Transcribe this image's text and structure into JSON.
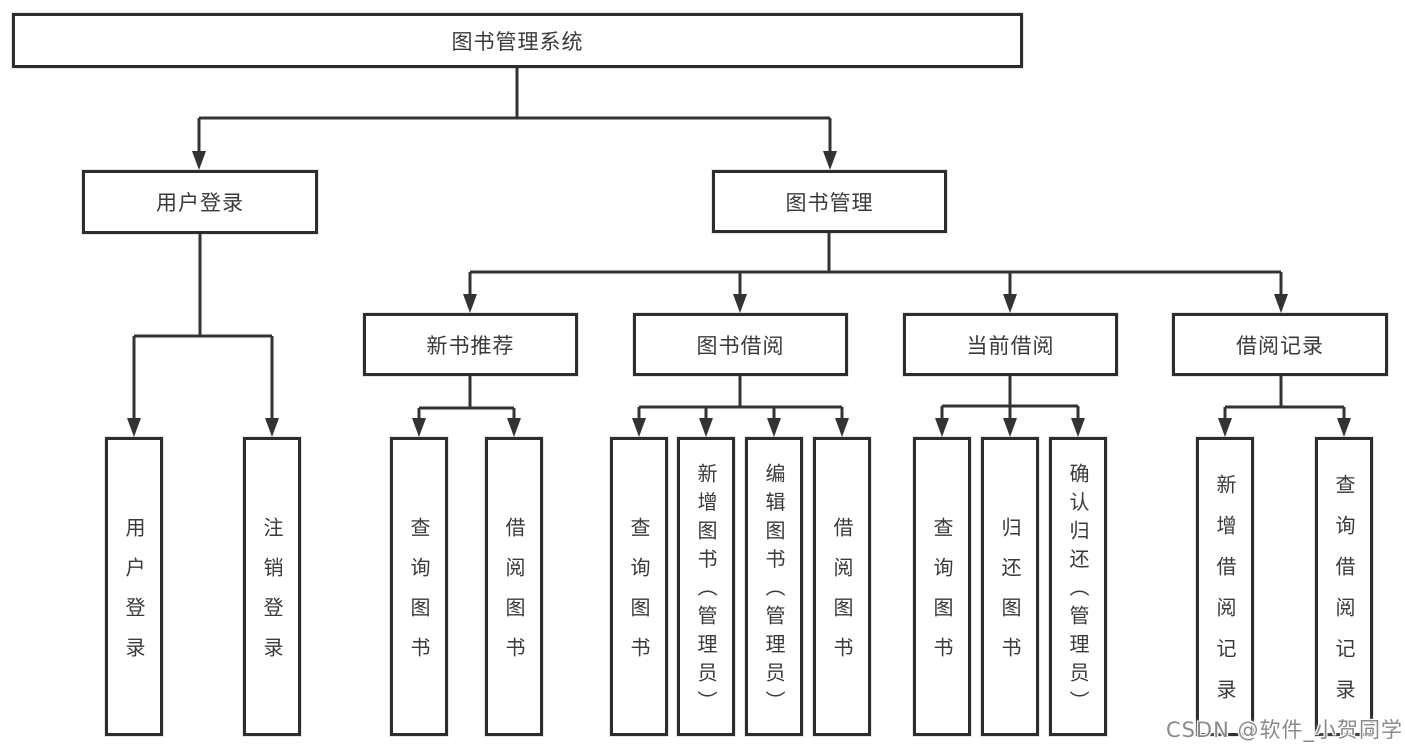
{
  "diagram": {
    "root": {
      "label": "图书管理系统"
    },
    "branches": [
      {
        "label": "用户登录",
        "children": [
          "用户登录",
          "注销登录"
        ]
      },
      {
        "label": "图书管理",
        "sections": [
          {
            "label": "新书推荐",
            "children": [
              "查询图书",
              "借阅图书"
            ]
          },
          {
            "label": "图书借阅",
            "children": [
              "查询图书",
              "新增图书（管理员）",
              "编辑图书（管理员）",
              "借阅图书"
            ]
          },
          {
            "label": "当前借阅",
            "children": [
              "查询图书",
              "归还图书",
              "确认归还（管理员）"
            ]
          },
          {
            "label": "借阅记录",
            "children": [
              "新增借阅记录",
              "查询借阅记录"
            ]
          }
        ]
      }
    ]
  },
  "watermark": {
    "text": "CSDN @软件_小贺同学"
  },
  "colors": {
    "background": "#ffffff",
    "line": "#333333",
    "box_border": "#2d2d2d",
    "text": "#3a3a3a",
    "watermark": "#8a8a8a"
  }
}
